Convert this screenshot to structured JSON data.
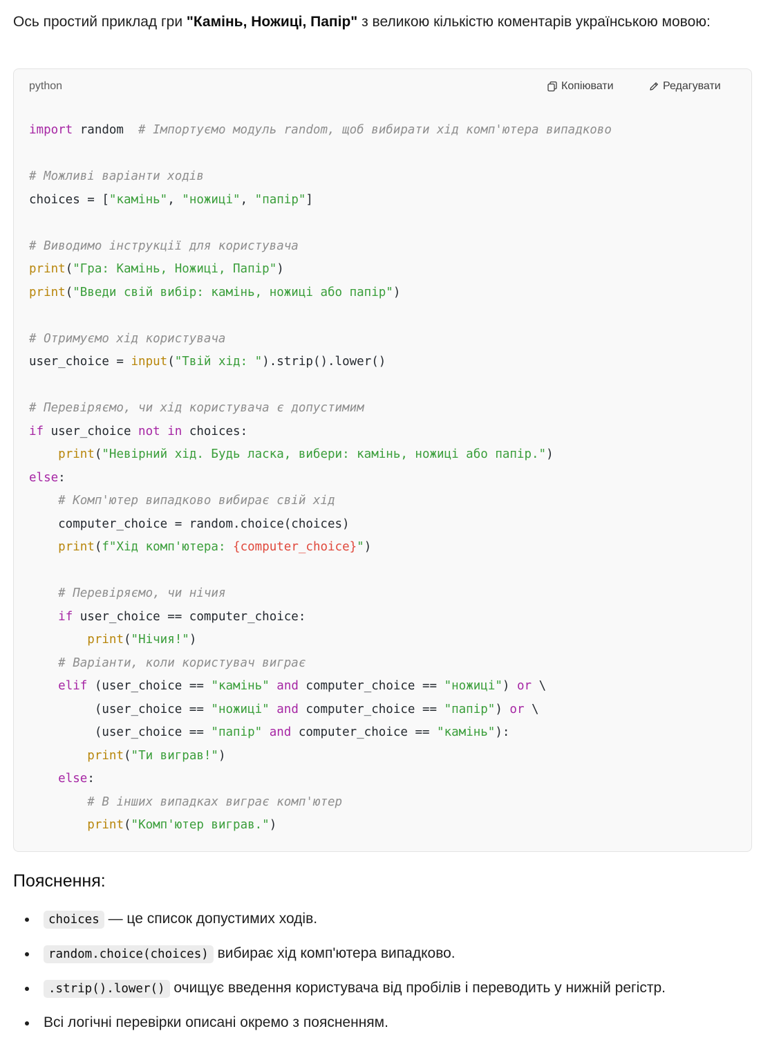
{
  "intro": {
    "before": "Ось простий приклад гри ",
    "bold": "\"Камінь, Ножиці, Папір\"",
    "after": " з великою кількістю коментарів українською мовою:"
  },
  "code_block": {
    "language": "python",
    "copy_label": "Копіювати",
    "edit_label": "Редагувати",
    "icons": {
      "copy": "copy-icon",
      "edit": "pencil-icon"
    }
  },
  "explanation": {
    "heading": "Пояснення:",
    "items": [
      {
        "code": "choices",
        "text": " — це список допустимих ходів."
      },
      {
        "code": "random.choice(choices)",
        "text": " вибирає хід комп'ютера випадково."
      },
      {
        "code": ".strip().lower()",
        "text": " очищує введення користувача від пробілів і переводить у нижній регістр."
      },
      {
        "code": "",
        "text": "Всі логічні перевірки описані окремо з поясненням."
      }
    ]
  },
  "colors": {
    "keyword": "#a626a4",
    "builtin": "#b8860b",
    "string": "#3a9e3a",
    "comment": "#8e8e8e",
    "interpolation": "#e0483b"
  }
}
